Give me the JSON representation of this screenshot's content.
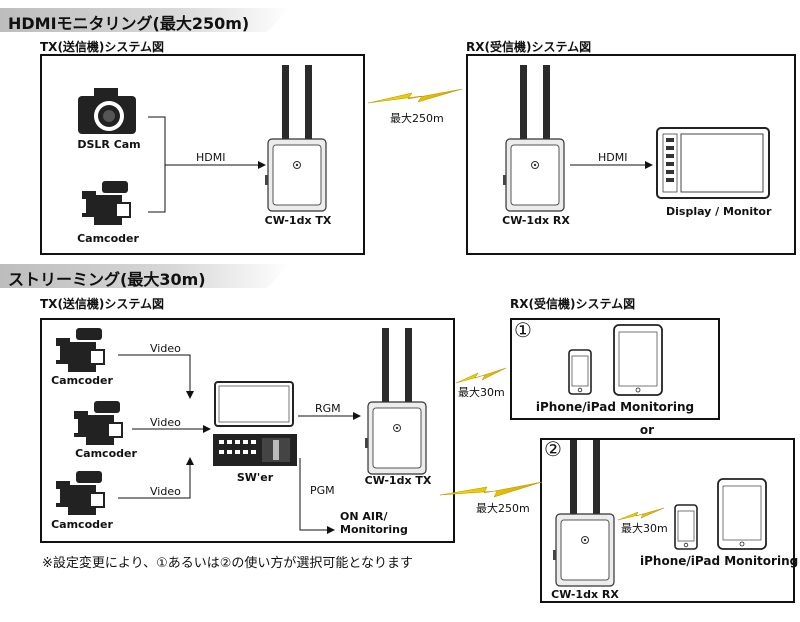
{
  "sections": {
    "hdmi": {
      "title": "HDMIモニタリング(最大250m)",
      "tx_title": "TX(送信機)システム図",
      "rx_title": "RX(受信機)システム図",
      "dslr_label": "DSLR Cam",
      "camcoder_label": "Camcoder",
      "hdmi_link_label": "HDMI",
      "tx_unit_label": "CW-1dx TX",
      "wireless_label": "最大250m",
      "rx_unit_label": "CW-1dx RX",
      "rx_hdmi_label": "HDMI",
      "monitor_label": "Display / Monitor"
    },
    "streaming": {
      "title": "ストリーミング(最大30m)",
      "tx_title": "TX(送信機)システム図",
      "rx_title": "RX(受信機)システム図",
      "camcoder1_label": "Camcoder",
      "camcoder2_label": "Camcoder",
      "camcoder3_label": "Camcoder",
      "video1_label": "Video",
      "video2_label": "Video",
      "video3_label": "Video",
      "switcher_label": "SW'er",
      "rgm_label": "RGM",
      "pgm_label": "PGM",
      "onair_line1": "ON AIR/",
      "onair_line2": "Monitoring",
      "tx_unit_label": "CW-1dx TX",
      "wireless30_label": "最大30m",
      "wireless250_label": "最大250m",
      "option1_number": "①",
      "option1_label": "iPhone/iPad Monitoring",
      "or_label": "or",
      "option2_number": "②",
      "option2_rx_label": "CW-1dx RX",
      "option2_wireless_label": "最大30m",
      "option2_label": "iPhone/iPad Monitoring"
    }
  },
  "footnote": "※設定変更により、①あるいは②の使い方が選択可能となります"
}
